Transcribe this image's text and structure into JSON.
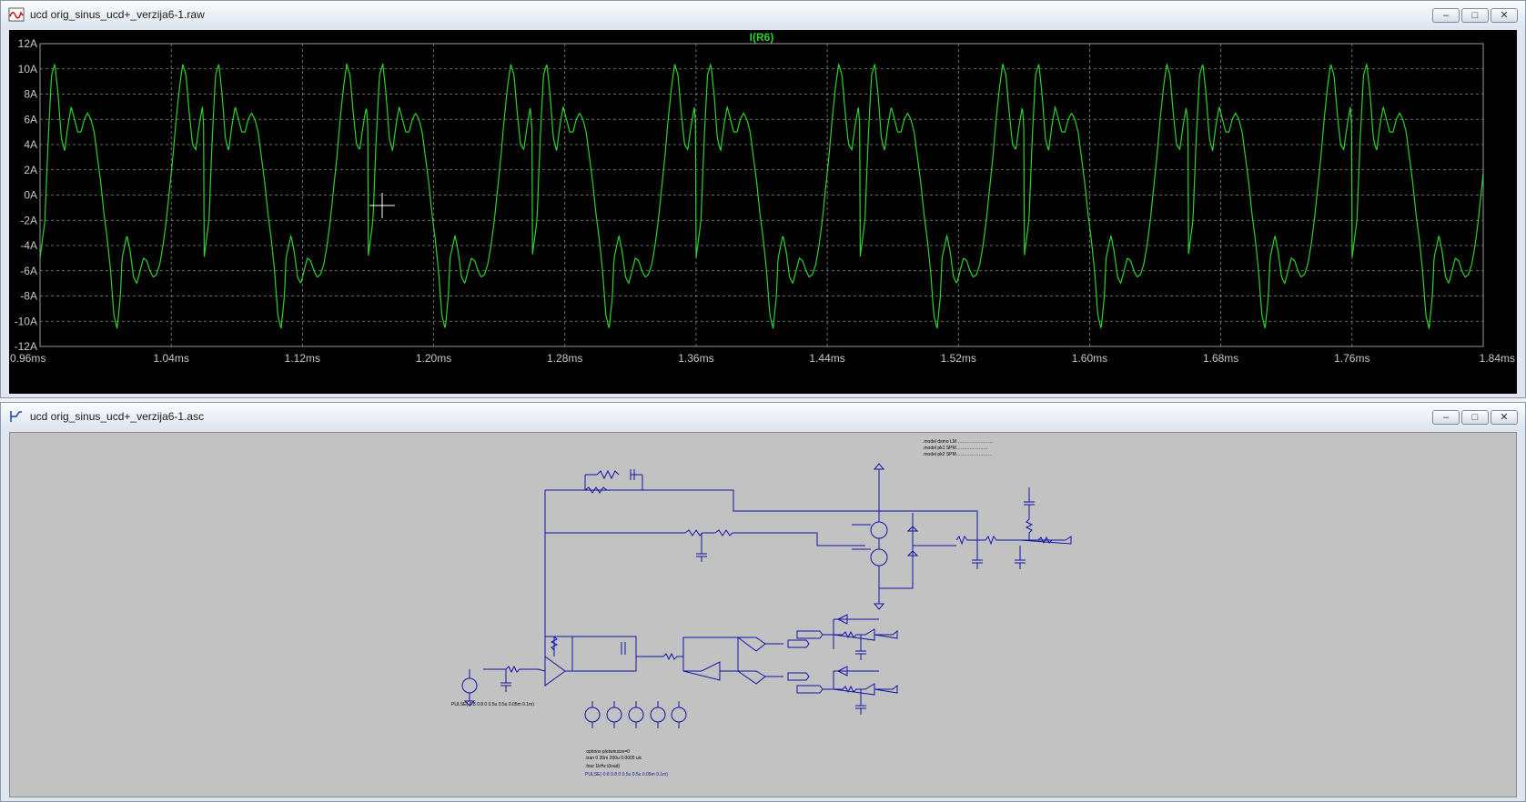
{
  "waveform_window": {
    "title": "ucd orig_sinus_ucd+_verzija6-1.raw",
    "controls": {
      "minimize": "–",
      "maximize": "□",
      "close": "✕"
    }
  },
  "schematic_window": {
    "title": "ucd orig_sinus_ucd+_verzija6-1.asc",
    "controls": {
      "minimize": "–",
      "maximize": "□",
      "close": "✕"
    },
    "directives": {
      "models": [
        ".model dsmo LM……………………",
        ".model pk1 SPM…………………",
        ".model pk2 SPM……………………"
      ],
      "sim": [
        ".options plotwinsize=0",
        ".tran 0 20m 200u 0.0005 uic",
        ".four 1kHz i(load)"
      ],
      "pulse_bottom": "PULSE(-0.8 0.8 0 0.5u 0.5u 0.05m 0.1m)",
      "pulse_left": "PULSE(-0.8 0.8 0 0.5u 0.5u 0.05m 0.1m)"
    }
  },
  "chart_data": {
    "type": "line",
    "title": "I(R6)",
    "xlabel": "",
    "ylabel": "",
    "xlim": [
      0.96,
      1.84
    ],
    "ylim": [
      -12,
      12
    ],
    "x_ticks": [
      "0.96ms",
      "1.04ms",
      "1.12ms",
      "1.20ms",
      "1.28ms",
      "1.36ms",
      "1.44ms",
      "1.52ms",
      "1.60ms",
      "1.68ms",
      "1.76ms",
      "1.84ms"
    ],
    "y_ticks": [
      "12A",
      "10A",
      "8A",
      "6A",
      "4A",
      "2A",
      "0A",
      "-2A",
      "-4A",
      "-6A",
      "-8A",
      "-10A",
      "-12A"
    ],
    "grid": true,
    "series": [
      {
        "name": "I(R6)",
        "color": "#2ed12e",
        "period_ms": 0.1,
        "x_unit": "ms",
        "one_period": {
          "phase": [
            0.0,
            0.03,
            0.05,
            0.07,
            0.09,
            0.11,
            0.13,
            0.15,
            0.17,
            0.19,
            0.21,
            0.23,
            0.25,
            0.27,
            0.29,
            0.31,
            0.33,
            0.35,
            0.37,
            0.39,
            0.41,
            0.43,
            0.45,
            0.47,
            0.49,
            0.5,
            0.53,
            0.55,
            0.57,
            0.59,
            0.61,
            0.63,
            0.65,
            0.67,
            0.69,
            0.71,
            0.73,
            0.75,
            0.77,
            0.79,
            0.81,
            0.83,
            0.85,
            0.87,
            0.89,
            0.91,
            0.93,
            0.95,
            0.97,
            0.99,
            1.0
          ],
          "value": [
            -5.0,
            -2.0,
            4.5,
            9.5,
            10.4,
            8.0,
            4.5,
            3.5,
            5.5,
            7.0,
            6.0,
            5.0,
            5.0,
            6.0,
            6.5,
            6.0,
            5.0,
            3.0,
            1.0,
            -1.5,
            -3.5,
            -6.0,
            -9.5,
            -10.6,
            -8.0,
            -5.0,
            -3.2,
            -4.5,
            -6.5,
            -7.0,
            -6.0,
            -5.0,
            -5.2,
            -6.0,
            -6.5,
            -6.3,
            -5.5,
            -4.0,
            -2.0,
            0.5,
            3.0,
            6.0,
            8.5,
            10.4,
            9.5,
            6.5,
            4.0,
            3.6,
            5.5,
            7.0,
            5.0
          ]
        }
      }
    ]
  }
}
